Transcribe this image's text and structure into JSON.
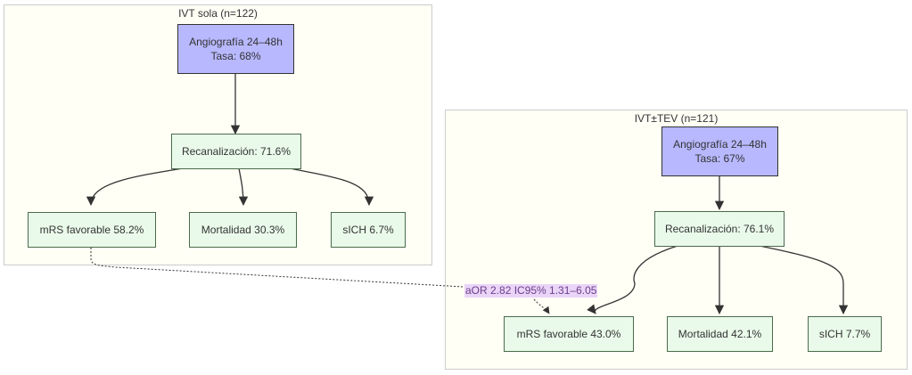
{
  "clusters": {
    "left": {
      "title": "IVT sola (n=122)",
      "angio": {
        "line1": "Angiografía 24–48h",
        "line2": "Tasa: 68%"
      },
      "recan": "Recanalización: 71.6%",
      "outcomes": {
        "mrs": "mRS favorable 58.2%",
        "mort": "Mortalidad 30.3%",
        "sich": "sICH 6.7%"
      }
    },
    "right": {
      "title": "IVT±TEV (n=121)",
      "angio": {
        "line1": "Angiografía 24–48h",
        "line2": "Tasa: 67%"
      },
      "recan": "Recanalización: 76.1%",
      "outcomes": {
        "mrs": "mRS favorable 43.0%",
        "mort": "Mortalidad 42.1%",
        "sich": "sICH 7.7%"
      }
    }
  },
  "comparison_label": "aOR 2.82 IC95% 1.31–6.05",
  "colors": {
    "cluster_bg": "#fffff5",
    "top_node_fill": "#b8b8ff",
    "outcome_node_fill": "#eafaea",
    "label_bg": "#ead4f8",
    "label_text": "#6a3f8a"
  }
}
